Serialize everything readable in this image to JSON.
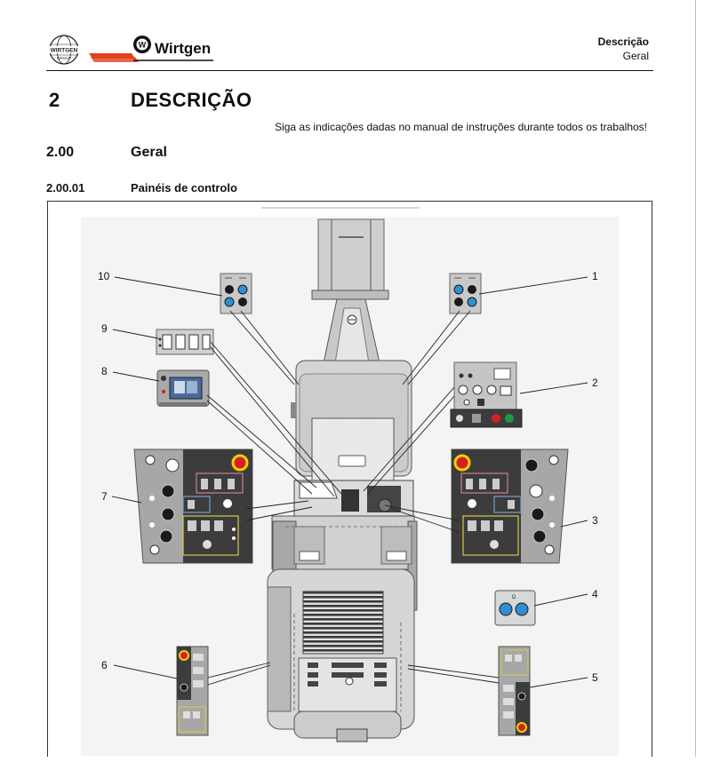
{
  "header": {
    "group_logo_text": [
      "WIRTGEN",
      "GROUP"
    ],
    "brand_logo_text": "Wirtgen",
    "section": "Descrição",
    "subsection": "Geral"
  },
  "chapter": {
    "number": "2",
    "title": "DESCRIÇÃO",
    "note": "Siga as indicações dadas no manual de instruções durante todos os trabalhos!"
  },
  "section": {
    "number": "2.00",
    "title": "Geral"
  },
  "subsection": {
    "number": "2.00.01",
    "title": "Painéis de controlo"
  },
  "figure": {
    "callouts": [
      "1",
      "2",
      "3",
      "4",
      "5",
      "6",
      "7",
      "8",
      "9",
      "10"
    ],
    "colors": {
      "panel_grey": "#9e9e9e",
      "panel_dark": "#3c3c3c",
      "button_blue": "#2f8fd0",
      "emergency_red": "#d42020",
      "emergency_yellow": "#f2d000",
      "indicator_green": "#1f9a3a"
    }
  }
}
